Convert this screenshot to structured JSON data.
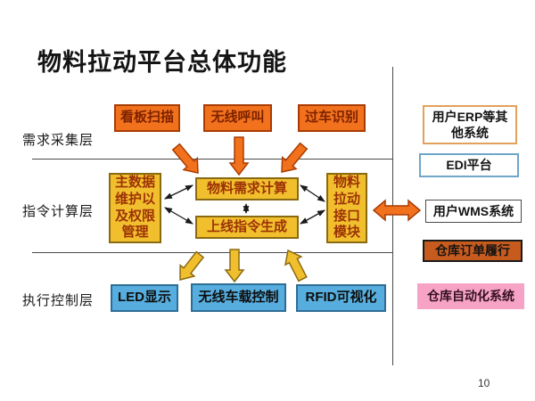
{
  "title": "物料拉动平台总体功能",
  "page_number": "10",
  "layer_labels": [
    "需求采集层",
    "指令计算层",
    "执行控制层"
  ],
  "demand_layer": {
    "boxes": [
      "看板扫描",
      "无线呼叫",
      "过车识别"
    ]
  },
  "compute_layer": {
    "master_data_lines": [
      "主数据",
      "维护以",
      "及权限",
      "管理"
    ],
    "demand_calc": "物料需求计算",
    "instruction_gen": "上线指令生成",
    "interface_lines": [
      "物料",
      "拉动",
      "接口",
      "模块"
    ]
  },
  "execution_layer": {
    "boxes": [
      "LED显示",
      "无线车载控制",
      "RFID可视化"
    ]
  },
  "external_systems": {
    "erp_lines": [
      "用户ERP等其",
      "他系统"
    ],
    "edi": "EDI平台",
    "wms": "用户WMS系统",
    "fulfillment": "仓库订单履行",
    "automation": "仓库自动化系统"
  },
  "colors": {
    "demand_box_fill": "#F2711C",
    "demand_box_border": "#A93C05",
    "demand_box_text": "#7E2200",
    "compute_box_fill": "#F1BF2D",
    "compute_box_border": "#8A6A10",
    "compute_box_text": "#9C3206",
    "execution_box_fill": "#57AEDE",
    "execution_box_border": "#2E6D96",
    "erp_border": "#E2A25B",
    "edi_border": "#6FA6C9",
    "wms_border": "#4a4a4a",
    "fulfillment_fill": "#C75B1E",
    "automation_fill": "#F6A3C5",
    "connector_line": "#4a4a4a"
  }
}
